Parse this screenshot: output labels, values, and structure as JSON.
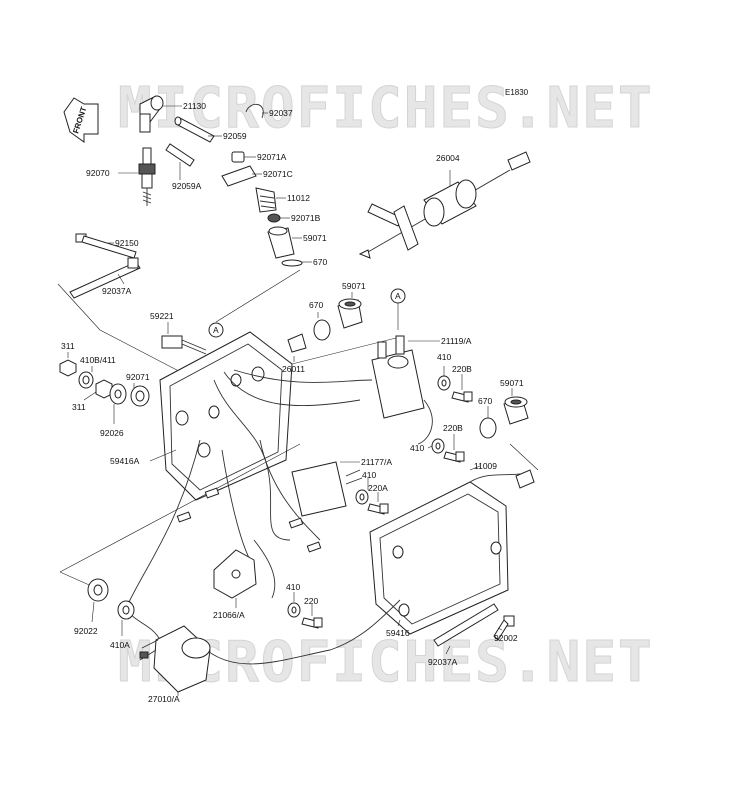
{
  "diagram": {
    "ref_code": "E1830",
    "front_label": "FRONT",
    "watermark": "MICROFICHES.NET",
    "marker": "A",
    "labels": {
      "p21130": "21130",
      "p92037": "92037",
      "p92059": "92059",
      "p92070": "92070",
      "p92059A": "92059A",
      "p92071A": "92071A",
      "p92071C": "92071C",
      "p11012": "11012",
      "p92071B": "92071B",
      "p59071a": "59071",
      "p670a": "670",
      "p26004": "26004",
      "p92150": "92150",
      "p92037A_a": "92037A",
      "p670b": "670",
      "p59071b": "59071",
      "p59221": "59221",
      "p21119A": "21119/A",
      "p311a": "311",
      "p410B411": "410B/411",
      "p92071": "92071",
      "p311b": "311",
      "p92026": "92026",
      "p26011": "26011",
      "p410a": "410",
      "p220Ba": "220B",
      "p59071c": "59071",
      "p670c": "670",
      "p220Bb": "220B",
      "p410b": "410",
      "p59416A": "59416A",
      "p21177A": "21177/A",
      "p11009": "11009",
      "p410c": "410",
      "p220A": "220A",
      "p410d": "410",
      "p220": "220",
      "p21066A": "21066/A",
      "p92022": "92022",
      "p410A": "410A",
      "p59416": "59416",
      "p92002": "92002",
      "p92037A_b": "92037A",
      "p27010A": "27010/A"
    }
  }
}
